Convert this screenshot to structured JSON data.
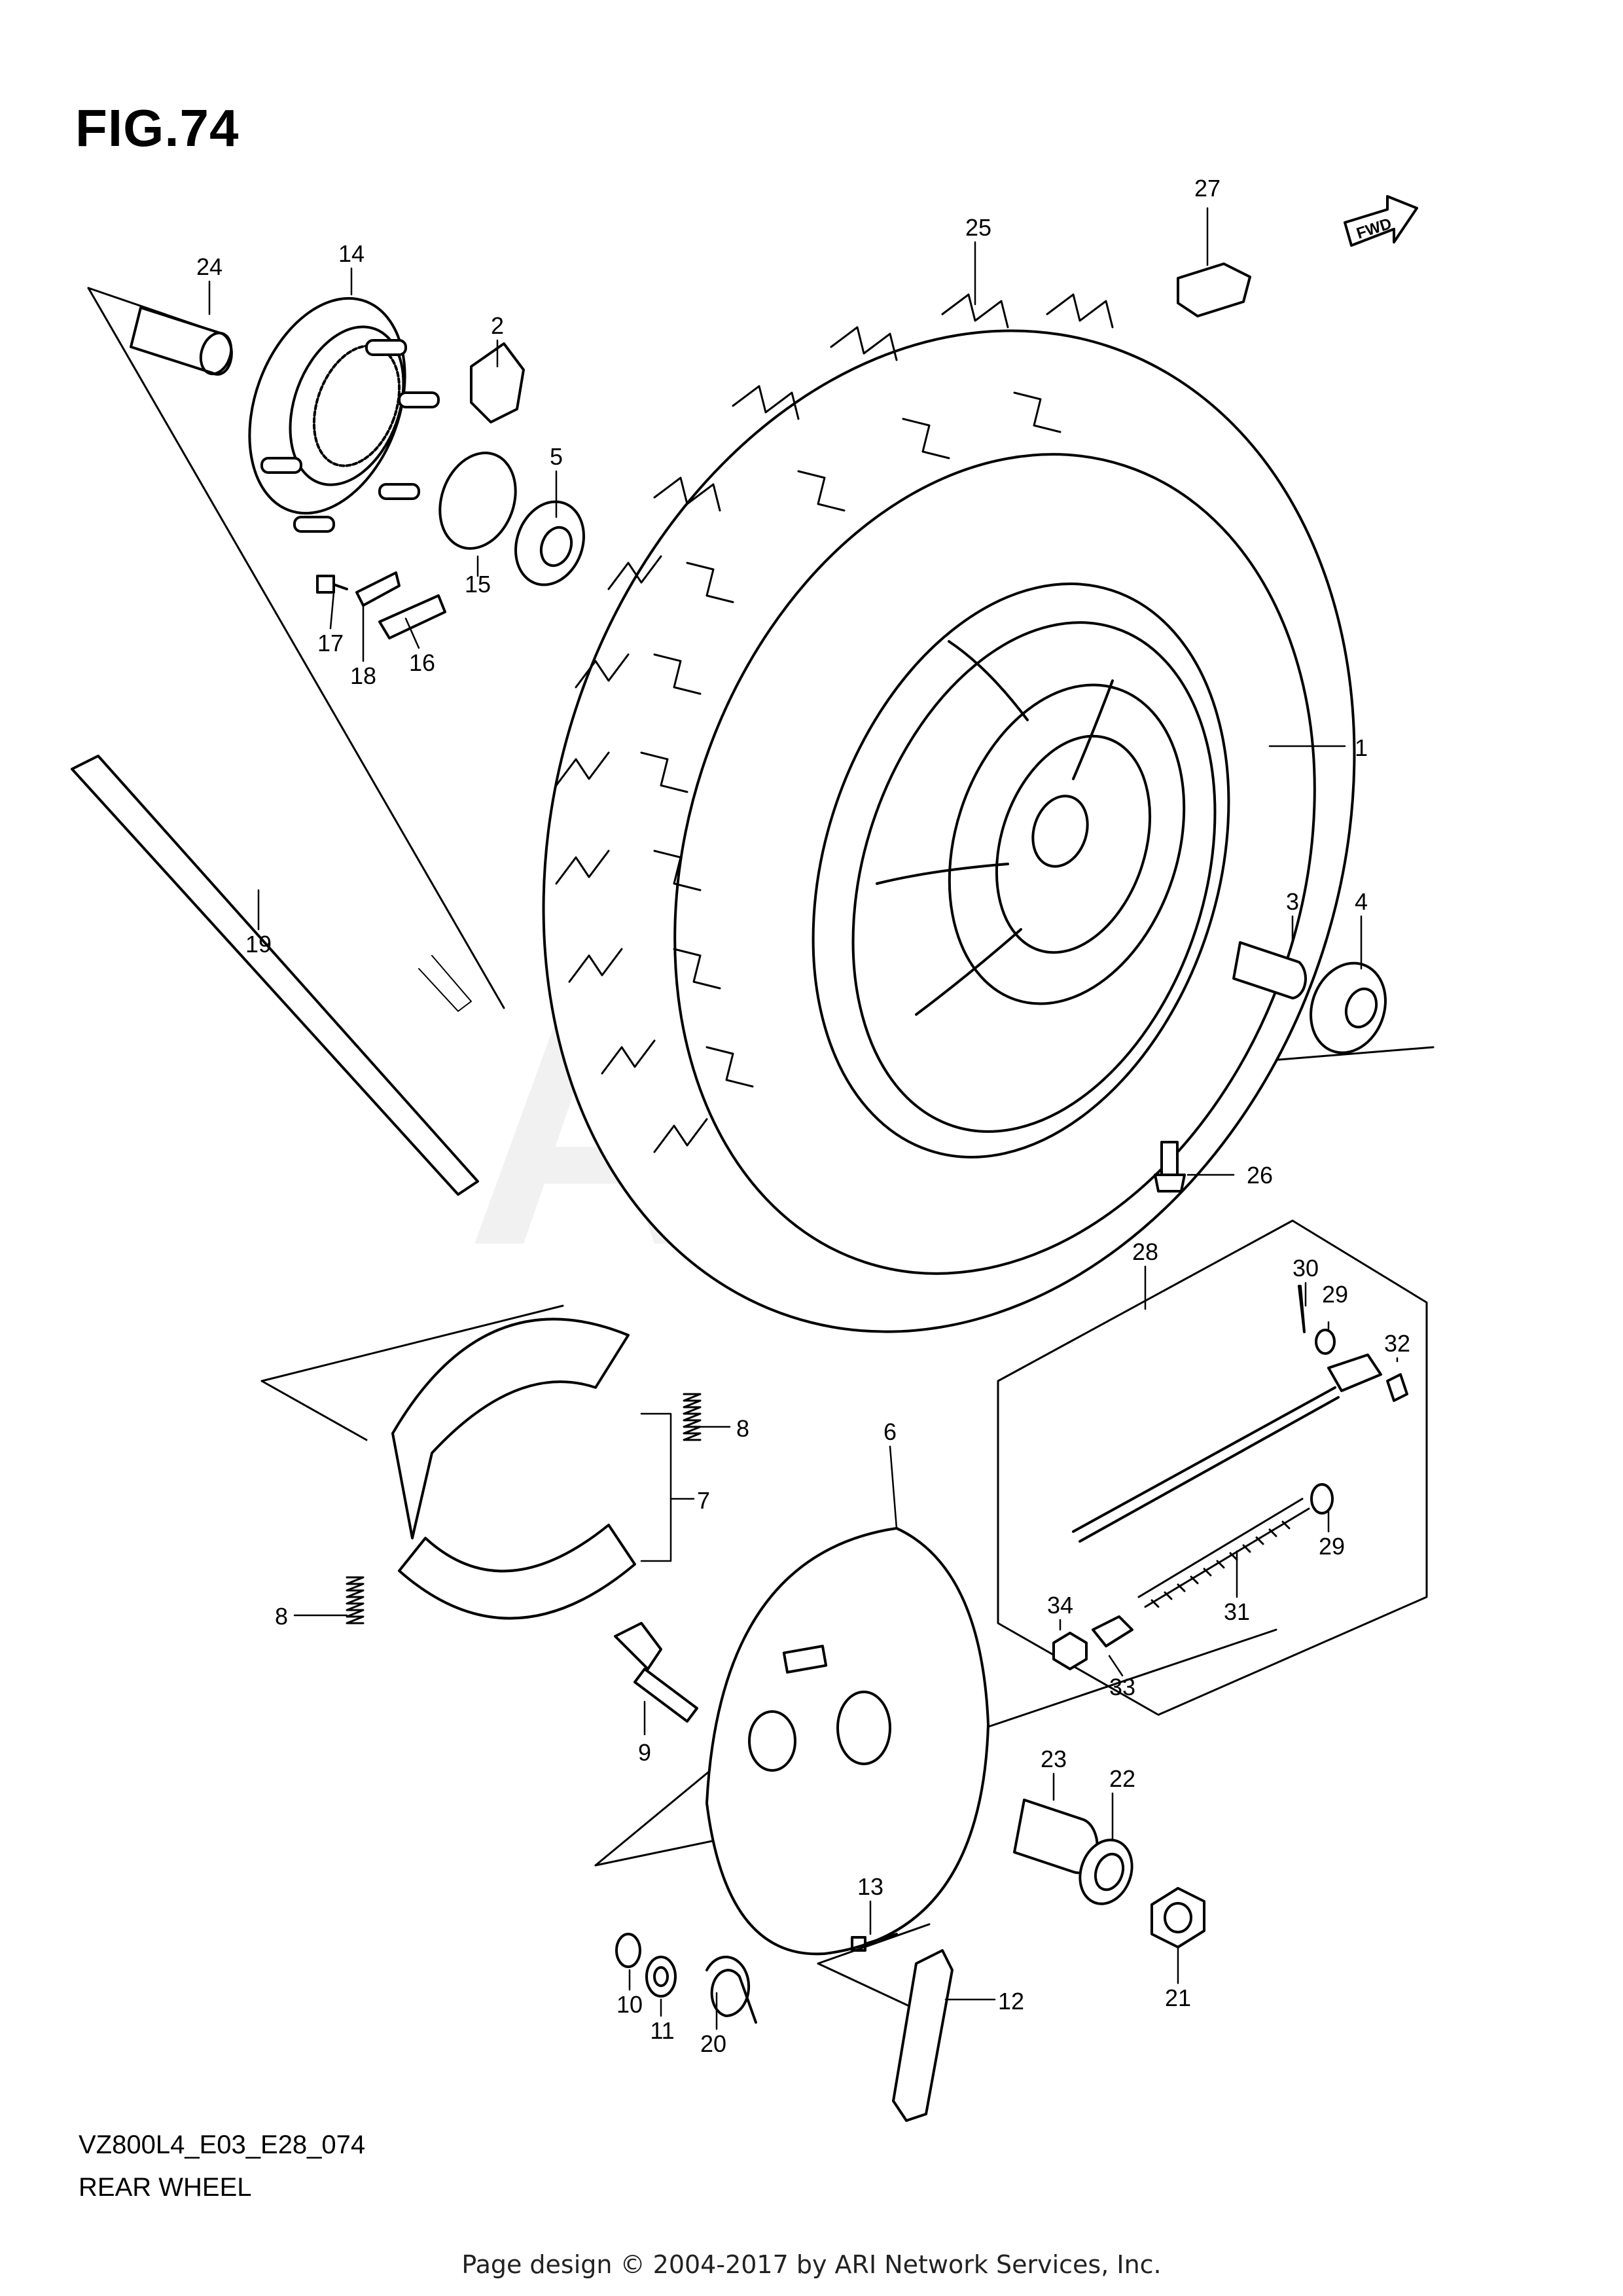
{
  "figure": {
    "title": "FIG.74",
    "fwd_badge": "FWD",
    "watermark": "ARI",
    "model_code": "VZ800L4_E03_E28_074",
    "section_name": "REAR WHEEL",
    "copyright": "Page design © 2004-2017 by ARI Network Services, Inc."
  },
  "callouts": [
    {
      "id": "c1",
      "number": "1"
    },
    {
      "id": "c2",
      "number": "2"
    },
    {
      "id": "c3",
      "number": "3"
    },
    {
      "id": "c4",
      "number": "4"
    },
    {
      "id": "c5",
      "number": "5"
    },
    {
      "id": "c6",
      "number": "6"
    },
    {
      "id": "c7",
      "number": "7"
    },
    {
      "id": "c8a",
      "number": "8"
    },
    {
      "id": "c8b",
      "number": "8"
    },
    {
      "id": "c9",
      "number": "9"
    },
    {
      "id": "c10",
      "number": "10"
    },
    {
      "id": "c11",
      "number": "11"
    },
    {
      "id": "c12",
      "number": "12"
    },
    {
      "id": "c13",
      "number": "13"
    },
    {
      "id": "c14",
      "number": "14"
    },
    {
      "id": "c15",
      "number": "15"
    },
    {
      "id": "c16",
      "number": "16"
    },
    {
      "id": "c17",
      "number": "17"
    },
    {
      "id": "c18",
      "number": "18"
    },
    {
      "id": "c19",
      "number": "19"
    },
    {
      "id": "c20",
      "number": "20"
    },
    {
      "id": "c21",
      "number": "21"
    },
    {
      "id": "c22",
      "number": "22"
    },
    {
      "id": "c23",
      "number": "23"
    },
    {
      "id": "c24",
      "number": "24"
    },
    {
      "id": "c25",
      "number": "25"
    },
    {
      "id": "c26",
      "number": "26"
    },
    {
      "id": "c27",
      "number": "27"
    },
    {
      "id": "c28",
      "number": "28"
    },
    {
      "id": "c29a",
      "number": "29"
    },
    {
      "id": "c29b",
      "number": "29"
    },
    {
      "id": "c30",
      "number": "30"
    },
    {
      "id": "c31",
      "number": "31"
    },
    {
      "id": "c32",
      "number": "32"
    },
    {
      "id": "c33",
      "number": "33"
    },
    {
      "id": "c34",
      "number": "34"
    }
  ]
}
